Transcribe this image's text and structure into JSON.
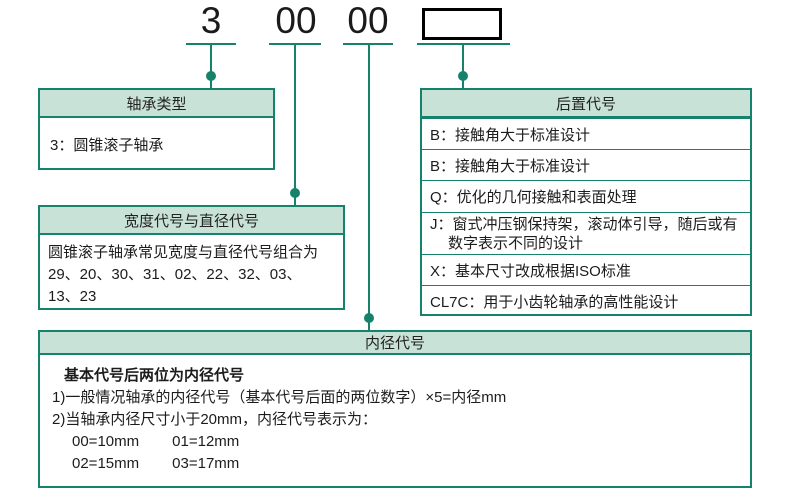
{
  "colors": {
    "accent": "#16826b",
    "header_fill": "#c9e2d8",
    "text": "#1c1c1c",
    "rect_border": "#000000"
  },
  "code": {
    "type_digit": "3",
    "width_digits": "00",
    "bore_digits": "00"
  },
  "type_box": {
    "title": "轴承类型",
    "item": "3：圆锥滚子轴承"
  },
  "width_box": {
    "title": "宽度代号与直径代号",
    "description": "圆锥滚子轴承常见宽度与直径代号组合为\n29、20、30、31、02、22、32、03、\n13、23"
  },
  "suffix_box": {
    "title": "后置代号",
    "rows": [
      "B：接触角大于标准设计",
      "B：接触角大于标准设计",
      "Q：优化的几何接触和表面处理",
      "J：窗式冲压钢保持架，滚动体引导，随后或有\n数字表示不同的设计",
      "X：基本尺寸改成根据ISO标准",
      "CL7C：用于小齿轮轴承的高性能设计"
    ]
  },
  "bore_box": {
    "title": "内径代号",
    "heading": "基本代号后两位为内径代号",
    "line1": "1)一般情况轴承的内径代号（基本代号后面的两位数字）×5=内径mm",
    "line2": "2)当轴承内径尺寸小于20mm，内径代号表示为：",
    "pairs": [
      {
        "left": "00=10mm",
        "right": "01=12mm"
      },
      {
        "left": "02=15mm",
        "right": "03=17mm"
      }
    ]
  }
}
